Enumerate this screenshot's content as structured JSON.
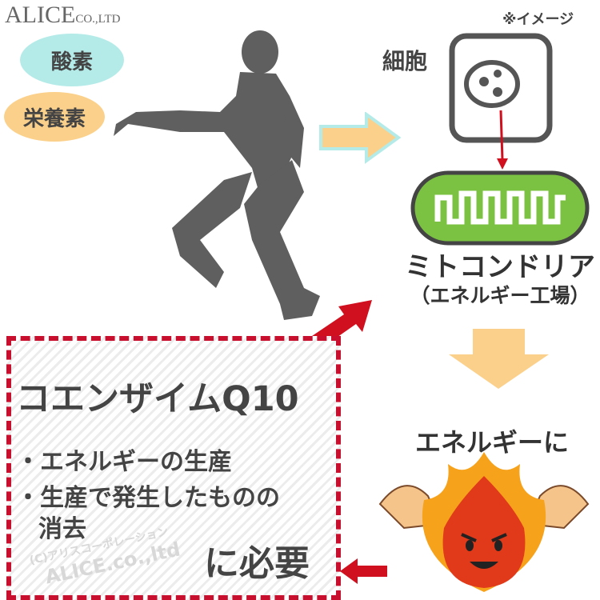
{
  "logo": {
    "name": "ALICE",
    "suffix": "CO.,LTD"
  },
  "inputs": {
    "oxygen": "酸素",
    "nutrients": "栄養素"
  },
  "cell": {
    "note": "※イメージ",
    "label": "細胞"
  },
  "mitochondria": {
    "label": "ミトコンドリア",
    "sub": "（エネルギー工場）"
  },
  "energy": {
    "label": "エネルギーに"
  },
  "coq10": {
    "title": "コエンザイムQ10",
    "bullets": [
      "・エネルギーの生産",
      "・生産で発生したものの",
      "消去"
    ],
    "required": "に必要",
    "watermark": [
      "(C)アリスコーポレーション",
      "ALICE.co.,ltd"
    ]
  },
  "colors": {
    "orange": "#fbd08a",
    "cyan": "#b4ebe8",
    "red": "#d0101e",
    "green": "#7cc242",
    "gray": "#5f5f5f"
  }
}
